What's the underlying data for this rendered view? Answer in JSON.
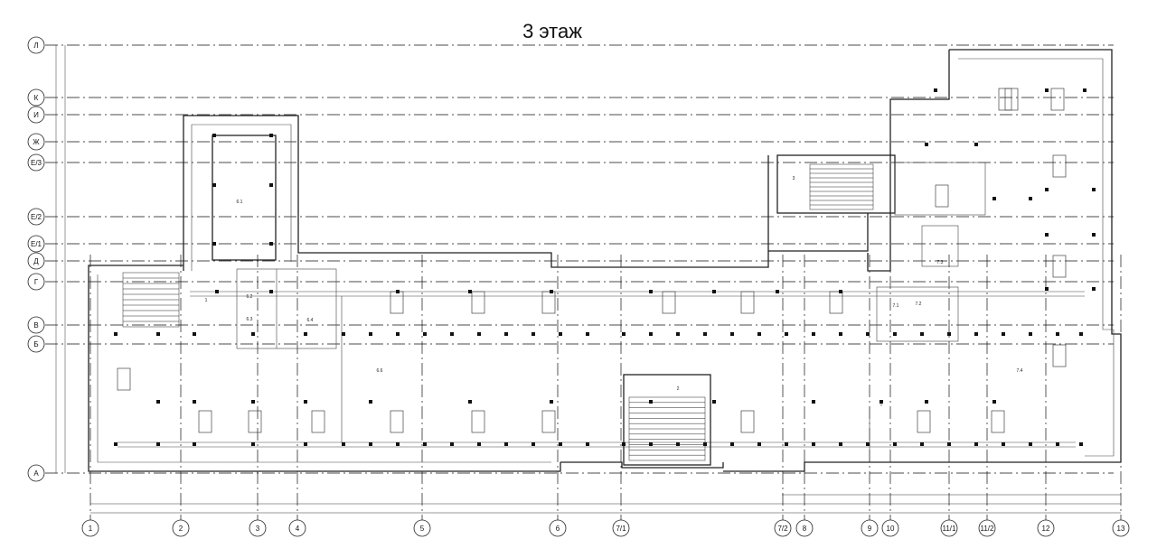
{
  "title": "3 этаж",
  "axes": {
    "vertical": [
      "1",
      "2",
      "3",
      "4",
      "5",
      "6",
      "7/1",
      "7/2",
      "8",
      "9",
      "10",
      "11/1",
      "11/2",
      "12",
      "13"
    ],
    "horizontal": [
      "Л",
      "К",
      "И",
      "Ж",
      "Е/3",
      "Е/2",
      "Е/1",
      "Д",
      "Г",
      "В",
      "Б",
      "А"
    ]
  },
  "rooms": [
    "1",
    "2",
    "3",
    "6.1",
    "6.2",
    "6.3",
    "6.4",
    "6.6",
    "7.1",
    "7.2",
    "7.3",
    "7.4"
  ]
}
